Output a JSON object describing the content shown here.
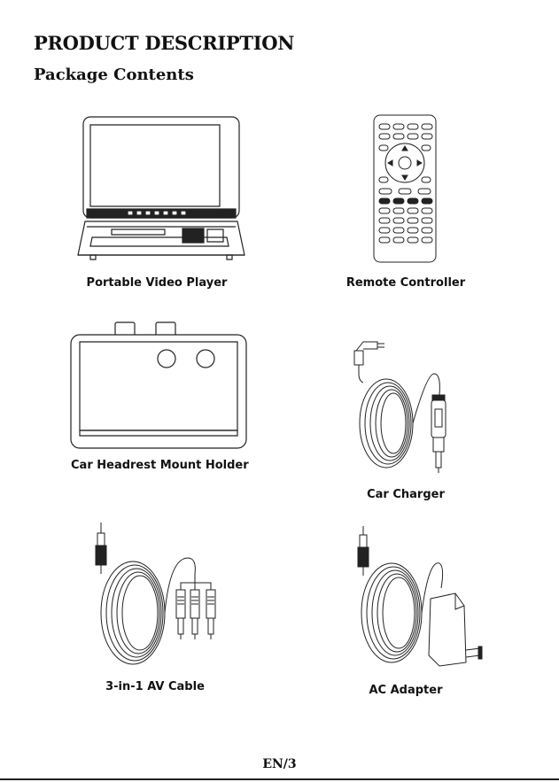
{
  "header": {
    "title": "PRODUCT DESCRIPTION",
    "subtitle": "Package Contents"
  },
  "items": [
    {
      "caption": "Portable Video Player",
      "icon": "portable-dvd-player"
    },
    {
      "caption": "Remote Controller",
      "icon": "remote-control"
    },
    {
      "caption": "Car Headrest Mount Holder",
      "icon": "headrest-mount-holder"
    },
    {
      "caption": "Car Charger",
      "icon": "car-charger"
    },
    {
      "caption": "3-in-1 AV Cable",
      "icon": "av-cable"
    },
    {
      "caption": "AC  Adapter",
      "icon": "ac-adapter"
    }
  ],
  "footer": {
    "page_label": "EN/3"
  }
}
